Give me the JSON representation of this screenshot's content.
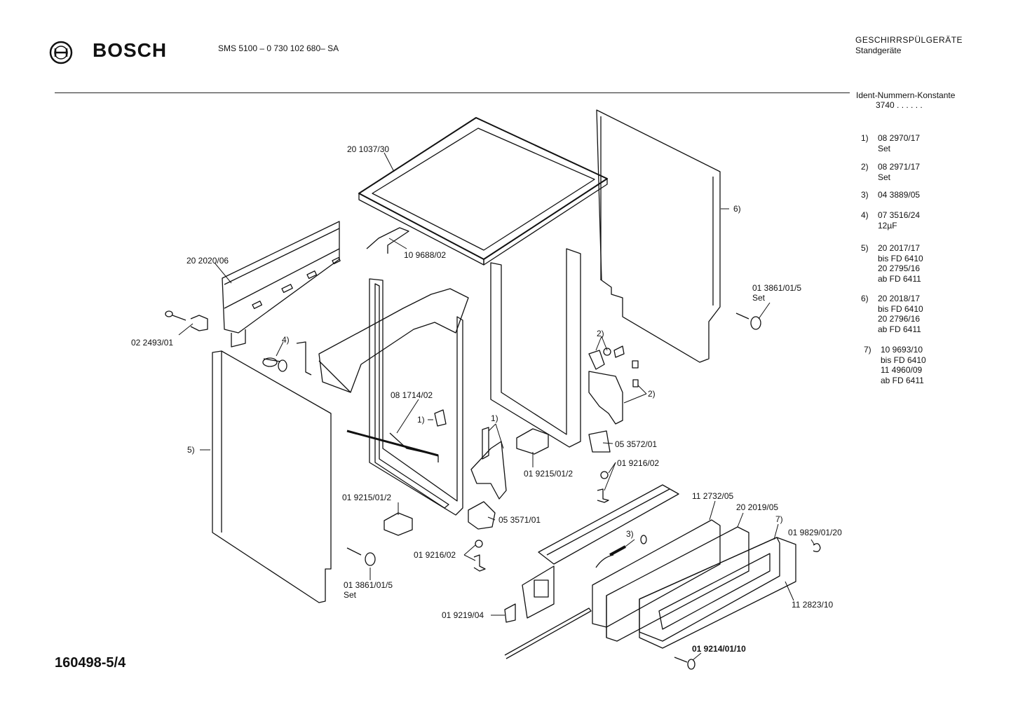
{
  "header": {
    "brand": "BOSCH",
    "model": "SMS 5100  – 0 730 102 680– SA",
    "category": "GESCHIRRSPÜLGERÄTE",
    "subcategory": "Standgeräte",
    "ident_label": "Ident-Nummern-Konstante",
    "ident_value": "3740  . .  . . . ."
  },
  "notes": [
    {
      "num": "1)",
      "lines": [
        "08 2970/17",
        "Set"
      ]
    },
    {
      "num": "2)",
      "lines": [
        "08 2971/17",
        "Set"
      ]
    },
    {
      "num": "3)",
      "lines": [
        "04 3889/05"
      ]
    },
    {
      "num": "4)",
      "lines": [
        "07 3516/24",
        "12µF"
      ]
    },
    {
      "num": "5)",
      "lines": [
        "20 2017/17",
        "bis FD 6410",
        "20 2795/16",
        "ab FD 6411"
      ]
    },
    {
      "num": "6)",
      "lines": [
        "20 2018/17",
        "bis FD 6410",
        "20 2796/16",
        "ab FD 6411"
      ]
    },
    {
      "num": "7)",
      "lines": [
        "10 9693/10",
        "bis FD 6410",
        "11 4960/09",
        "ab FD 6411"
      ]
    }
  ],
  "labels": {
    "top_frame": "20 1037/30",
    "back_panel": "20 2020/06",
    "bracket_top": "10 9688/02",
    "side_right": "6)",
    "screw_right": "01 3861/01/5",
    "screw_right_set": "Set",
    "hinge_left": "02 2493/01",
    "cap": "4)",
    "panel_left": "5)",
    "rod": "08 1714/02",
    "ref1a": "1)",
    "ref1b": "1)",
    "ref2a": "2)",
    "ref2b": "2)",
    "part_053572": "05 3572/01",
    "part_019216_r": "01 9216/02",
    "part_019215_c": "01 9215/01/2",
    "part_019215_l": "01 9215/01/2",
    "part_053571": "05 3571/01",
    "part_112732": "11 2732/05",
    "part_202019": "20 2019/05",
    "ref7": "7)",
    "part_019829": "01 9829/01/20",
    "ref3": "3)",
    "part_019216_l": "01 9216/02",
    "screw_left": "01 3861/01/5",
    "screw_left_set": "Set",
    "part_019219": "01 9219/04",
    "part_112823": "11 2823/10",
    "part_019214": "01 9214/01/10"
  },
  "footer": {
    "doc_id": "160498-5/4"
  }
}
